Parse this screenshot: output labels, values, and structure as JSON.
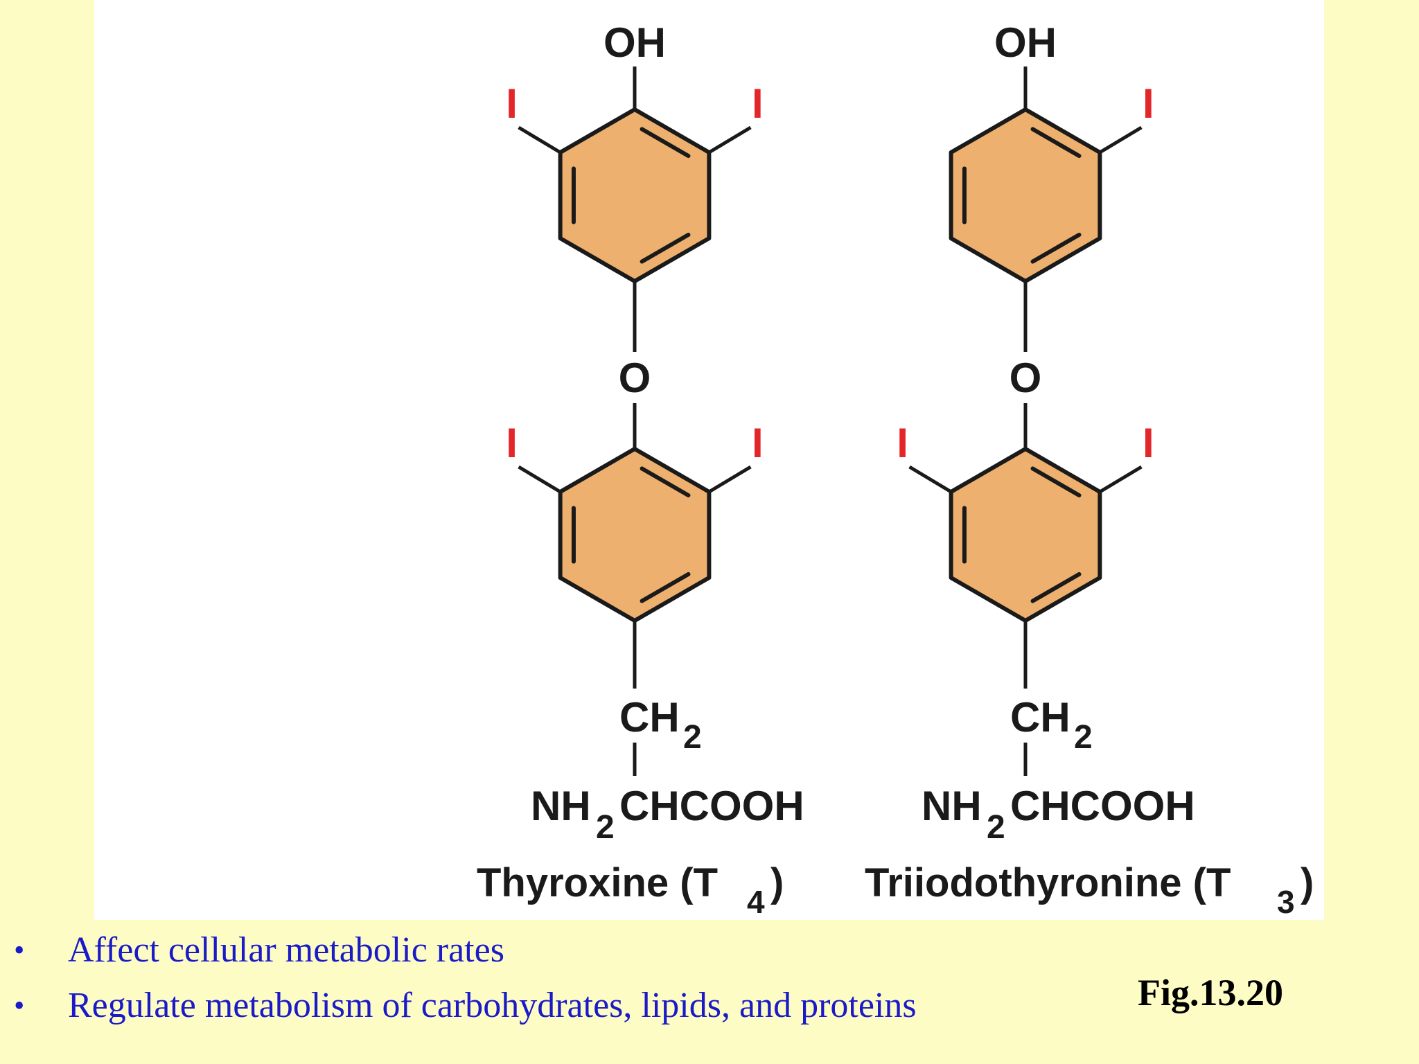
{
  "molecules": [
    {
      "name": "Thyroxine",
      "abbr": "T",
      "abbr_sub": "4",
      "top_group": "OH",
      "linker": "O",
      "upper_ring_iodines": [
        "I",
        "I"
      ],
      "lower_ring_iodines": [
        "I",
        "I"
      ],
      "ch2": "CH",
      "ch2_sub": "2",
      "nh2": "NH",
      "nh2_sub": "2",
      "chain": "CHCOOH"
    },
    {
      "name": "Triiodothyronine",
      "abbr": "T",
      "abbr_sub": "3",
      "top_group": "OH",
      "linker": "O",
      "upper_ring_iodines": [
        "I"
      ],
      "lower_ring_iodines": [
        "I",
        "I"
      ],
      "ch2": "CH",
      "ch2_sub": "2",
      "nh2": "NH",
      "nh2_sub": "2",
      "chain": "CHCOOH"
    }
  ],
  "bullets": [
    "Affect cellular metabolic rates",
    "Regulate metabolism of carbohydrates, lipids, and proteins"
  ],
  "bullet_symbol": "•",
  "figure_label": "Fig.13.20",
  "colors": {
    "background": "#fdfcc4",
    "ring_fill": "#eeb06e",
    "iodine": "#e3262a",
    "bullet_text": "#1a1ac8"
  }
}
